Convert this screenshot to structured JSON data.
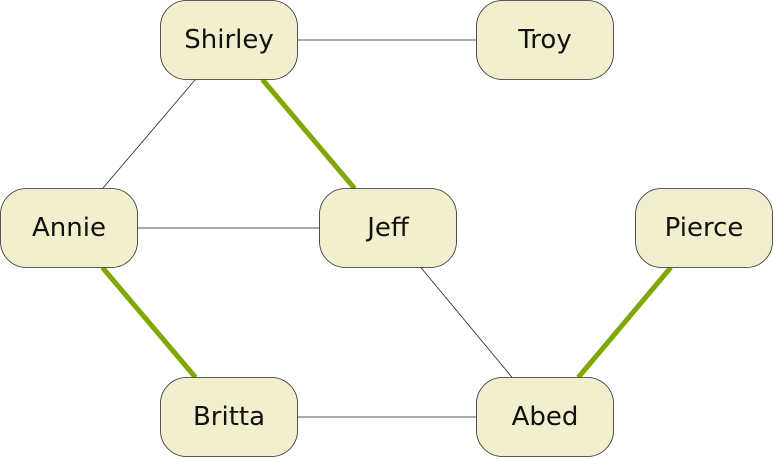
{
  "colors": {
    "node_fill": "#f2efce",
    "highlight_edge": "#80a800",
    "edge": "#222222"
  },
  "nodes": [
    {
      "id": "shirley",
      "label": "Shirley"
    },
    {
      "id": "troy",
      "label": "Troy"
    },
    {
      "id": "annie",
      "label": "Annie"
    },
    {
      "id": "jeff",
      "label": "Jeff"
    },
    {
      "id": "pierce",
      "label": "Pierce"
    },
    {
      "id": "britta",
      "label": "Britta"
    },
    {
      "id": "abed",
      "label": "Abed"
    }
  ],
  "edges": [
    {
      "from": "shirley",
      "to": "troy",
      "highlight": false
    },
    {
      "from": "shirley",
      "to": "annie",
      "highlight": false
    },
    {
      "from": "shirley",
      "to": "jeff",
      "highlight": true
    },
    {
      "from": "annie",
      "to": "jeff",
      "highlight": false
    },
    {
      "from": "annie",
      "to": "britta",
      "highlight": true
    },
    {
      "from": "jeff",
      "to": "abed",
      "highlight": false
    },
    {
      "from": "britta",
      "to": "abed",
      "highlight": false
    },
    {
      "from": "pierce",
      "to": "abed",
      "highlight": true
    }
  ]
}
